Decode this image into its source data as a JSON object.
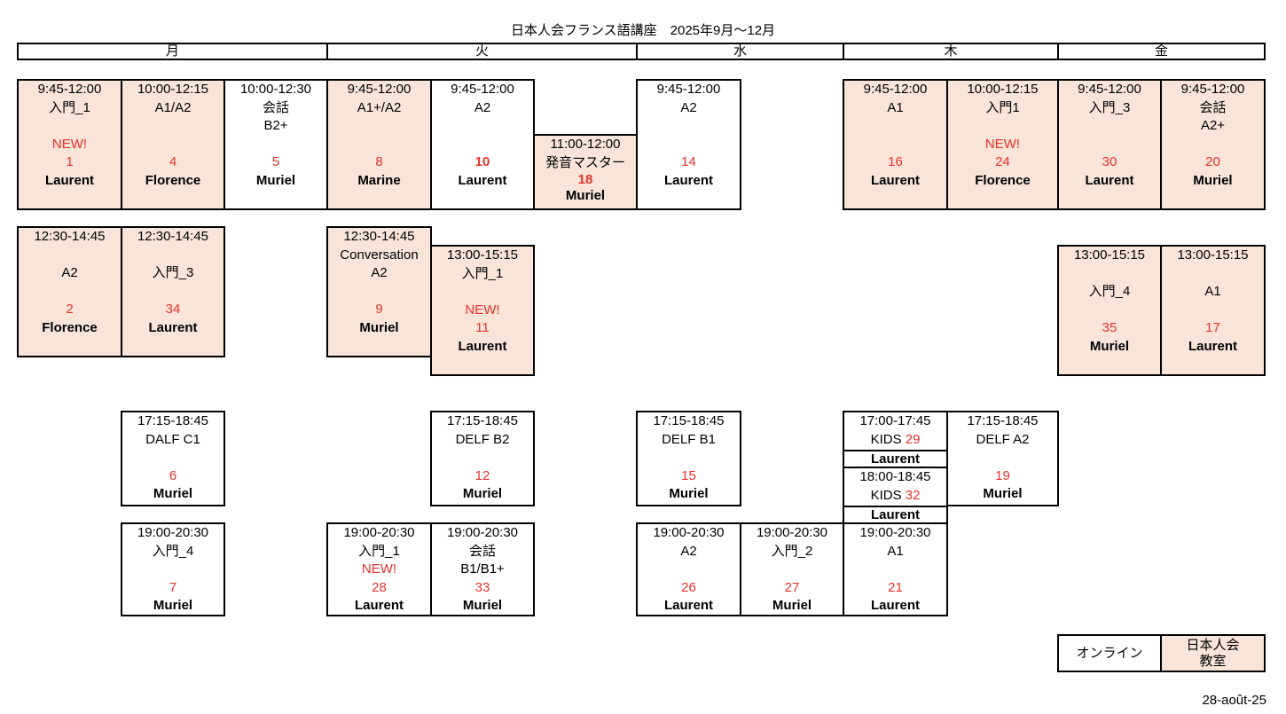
{
  "title": "日本人会フランス語講座　2025年9月〜12月",
  "days": [
    "月",
    "火",
    "水",
    "木",
    "金"
  ],
  "classes": [
    {
      "time": "9:45-12:00",
      "level": "入門_1",
      "level2": "",
      "note": "NEW!",
      "number": "1",
      "teacher": "Laurent",
      "place": "日本人会教室"
    },
    {
      "time": "10:00-12:15",
      "level": "A1/A2",
      "level2": "",
      "note": "",
      "number": "4",
      "teacher": "Florence",
      "place": "日本人会教室"
    },
    {
      "time": "10:00-12:30",
      "level": "会話",
      "level2": "B2+",
      "note": "",
      "number": "5",
      "teacher": "Muriel",
      "place": "オンライン"
    },
    {
      "time": "9:45-12:00",
      "level": "A1+/A2",
      "level2": "",
      "note": "",
      "number": "8",
      "teacher": "Marine",
      "place": "日本人会教室"
    },
    {
      "time": "9:45-12:00",
      "level": "A2",
      "level2": "",
      "note": "",
      "number": "10",
      "teacher": "Laurent",
      "place": "オンライン"
    },
    {
      "time": "11:00-12:00",
      "level": "発音マスター",
      "level2": "",
      "note": "",
      "number": "18",
      "teacher": "Muriel",
      "place": "日本人会教室"
    },
    {
      "time": "9:45-12:00",
      "level": "A2",
      "level2": "",
      "note": "",
      "number": "14",
      "teacher": "Laurent",
      "place": "オンライン"
    },
    {
      "time": "9:45-12:00",
      "level": "A1",
      "level2": "",
      "note": "",
      "number": "16",
      "teacher": "Laurent",
      "place": "日本人会教室"
    },
    {
      "time": "10:00-12:15",
      "level": "入門1",
      "level2": "",
      "note": "NEW!",
      "number": "24",
      "teacher": "Florence",
      "place": "日本人会教室"
    },
    {
      "time": "9:45-12:00",
      "level": "入門_3",
      "level2": "",
      "note": "",
      "number": "30",
      "teacher": "Laurent",
      "place": "日本人会教室"
    },
    {
      "time": "9:45-12:00",
      "level": "会話",
      "level2": "A2+",
      "note": "",
      "number": "20",
      "teacher": "Muriel",
      "place": "日本人会教室"
    },
    {
      "time": "12:30-14:45",
      "level": "A2",
      "level2": "",
      "note": "",
      "number": "2",
      "teacher": "Florence",
      "place": "日本人会教室"
    },
    {
      "time": "12:30-14:45",
      "level": "入門_3",
      "level2": "",
      "note": "",
      "number": "34",
      "teacher": "Laurent",
      "place": "日本人会教室"
    },
    {
      "time": "12:30-14:45",
      "level": "Conversation",
      "level2": "A2",
      "note": "",
      "number": "9",
      "teacher": "Muriel",
      "place": "日本人会教室"
    },
    {
      "time": "13:00-15:15",
      "level": "入門_1",
      "level2": "",
      "note": "NEW!",
      "number": "11",
      "teacher": "Laurent",
      "place": "日本人会教室"
    },
    {
      "time": "13:00-15:15",
      "level": "入門_4",
      "level2": "",
      "note": "",
      "number": "35",
      "teacher": "Muriel",
      "place": "日本人会教室"
    },
    {
      "time": "13:00-15:15",
      "level": "A1",
      "level2": "",
      "note": "",
      "number": "17",
      "teacher": "Laurent",
      "place": "日本人会教室"
    },
    {
      "time": "17:15-18:45",
      "level": "DALF C1",
      "level2": "",
      "note": "",
      "number": "6",
      "teacher": "Muriel",
      "place": "オンライン"
    },
    {
      "time": "17:15-18:45",
      "level": "DELF B2",
      "level2": "",
      "note": "",
      "number": "12",
      "teacher": "Muriel",
      "place": "オンライン"
    },
    {
      "time": "17:15-18:45",
      "level": "DELF B1",
      "level2": "",
      "note": "",
      "number": "15",
      "teacher": "Muriel",
      "place": "オンライン"
    },
    {
      "time": "17:00-17:45",
      "level": "KIDS",
      "level2": "",
      "note": "",
      "number": "29",
      "teacher": "Laurent",
      "place": "オンライン"
    },
    {
      "time": "18:00-18:45",
      "level": "KIDS",
      "level2": "",
      "note": "",
      "number": "32",
      "teacher": "Laurent",
      "place": "オンライン"
    },
    {
      "time": "17:15-18:45",
      "level": "DELF A2",
      "level2": "",
      "note": "",
      "number": "19",
      "teacher": "Muriel",
      "place": "オンライン"
    },
    {
      "time": "19:00-20:30",
      "level": "入門_4",
      "level2": "",
      "note": "",
      "number": "7",
      "teacher": "Muriel",
      "place": "オンライン"
    },
    {
      "time": "19:00-20:30",
      "level": "入門_1",
      "level2": "",
      "note": "NEW!",
      "number": "28",
      "teacher": "Laurent",
      "place": "オンライン"
    },
    {
      "time": "19:00-20:30",
      "level": "会話",
      "level2": "B1/B1+",
      "note": "",
      "number": "33",
      "teacher": "Muriel",
      "place": "オンライン"
    },
    {
      "time": "19:00-20:30",
      "level": "A2",
      "level2": "",
      "note": "",
      "number": "26",
      "teacher": "Laurent",
      "place": "オンライン"
    },
    {
      "time": "19:00-20:30",
      "level": "入門_2",
      "level2": "",
      "note": "",
      "number": "27",
      "teacher": "Muriel",
      "place": "オンライン"
    },
    {
      "time": "19:00-20:30",
      "level": "A1",
      "level2": "",
      "note": "",
      "number": "21",
      "teacher": "Laurent",
      "place": "オンライン"
    }
  ],
  "legend": {
    "online": "オンライン",
    "classroom_line1": "日本人会",
    "classroom_line2": "教室"
  },
  "colors": {
    "classroom_bg": "#f8e4d8",
    "online_bg": "#ffffff",
    "number_red": "#e8312a"
  },
  "date": "28-août-25"
}
